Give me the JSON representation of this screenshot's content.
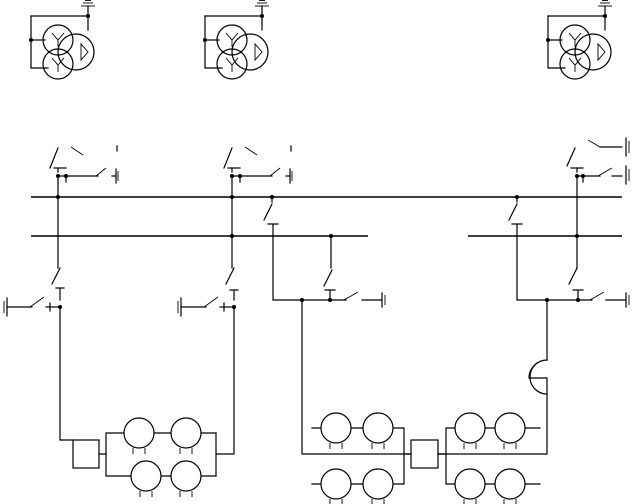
{
  "diagram": {
    "kind": "single-line-electrical-schematic",
    "transformers": [
      {
        "id": "t1",
        "symbol": "three-winding-transformer"
      },
      {
        "id": "t2",
        "symbol": "three-winding-transformer"
      },
      {
        "id": "t3",
        "symbol": "three-winding-transformer"
      }
    ],
    "busbars": [
      {
        "id": "upper-bus"
      },
      {
        "id": "lower-bus-left"
      },
      {
        "id": "lower-bus-right"
      }
    ],
    "generator_groups": 6,
    "grounding_switches": 9,
    "disconnectors": 9
  }
}
